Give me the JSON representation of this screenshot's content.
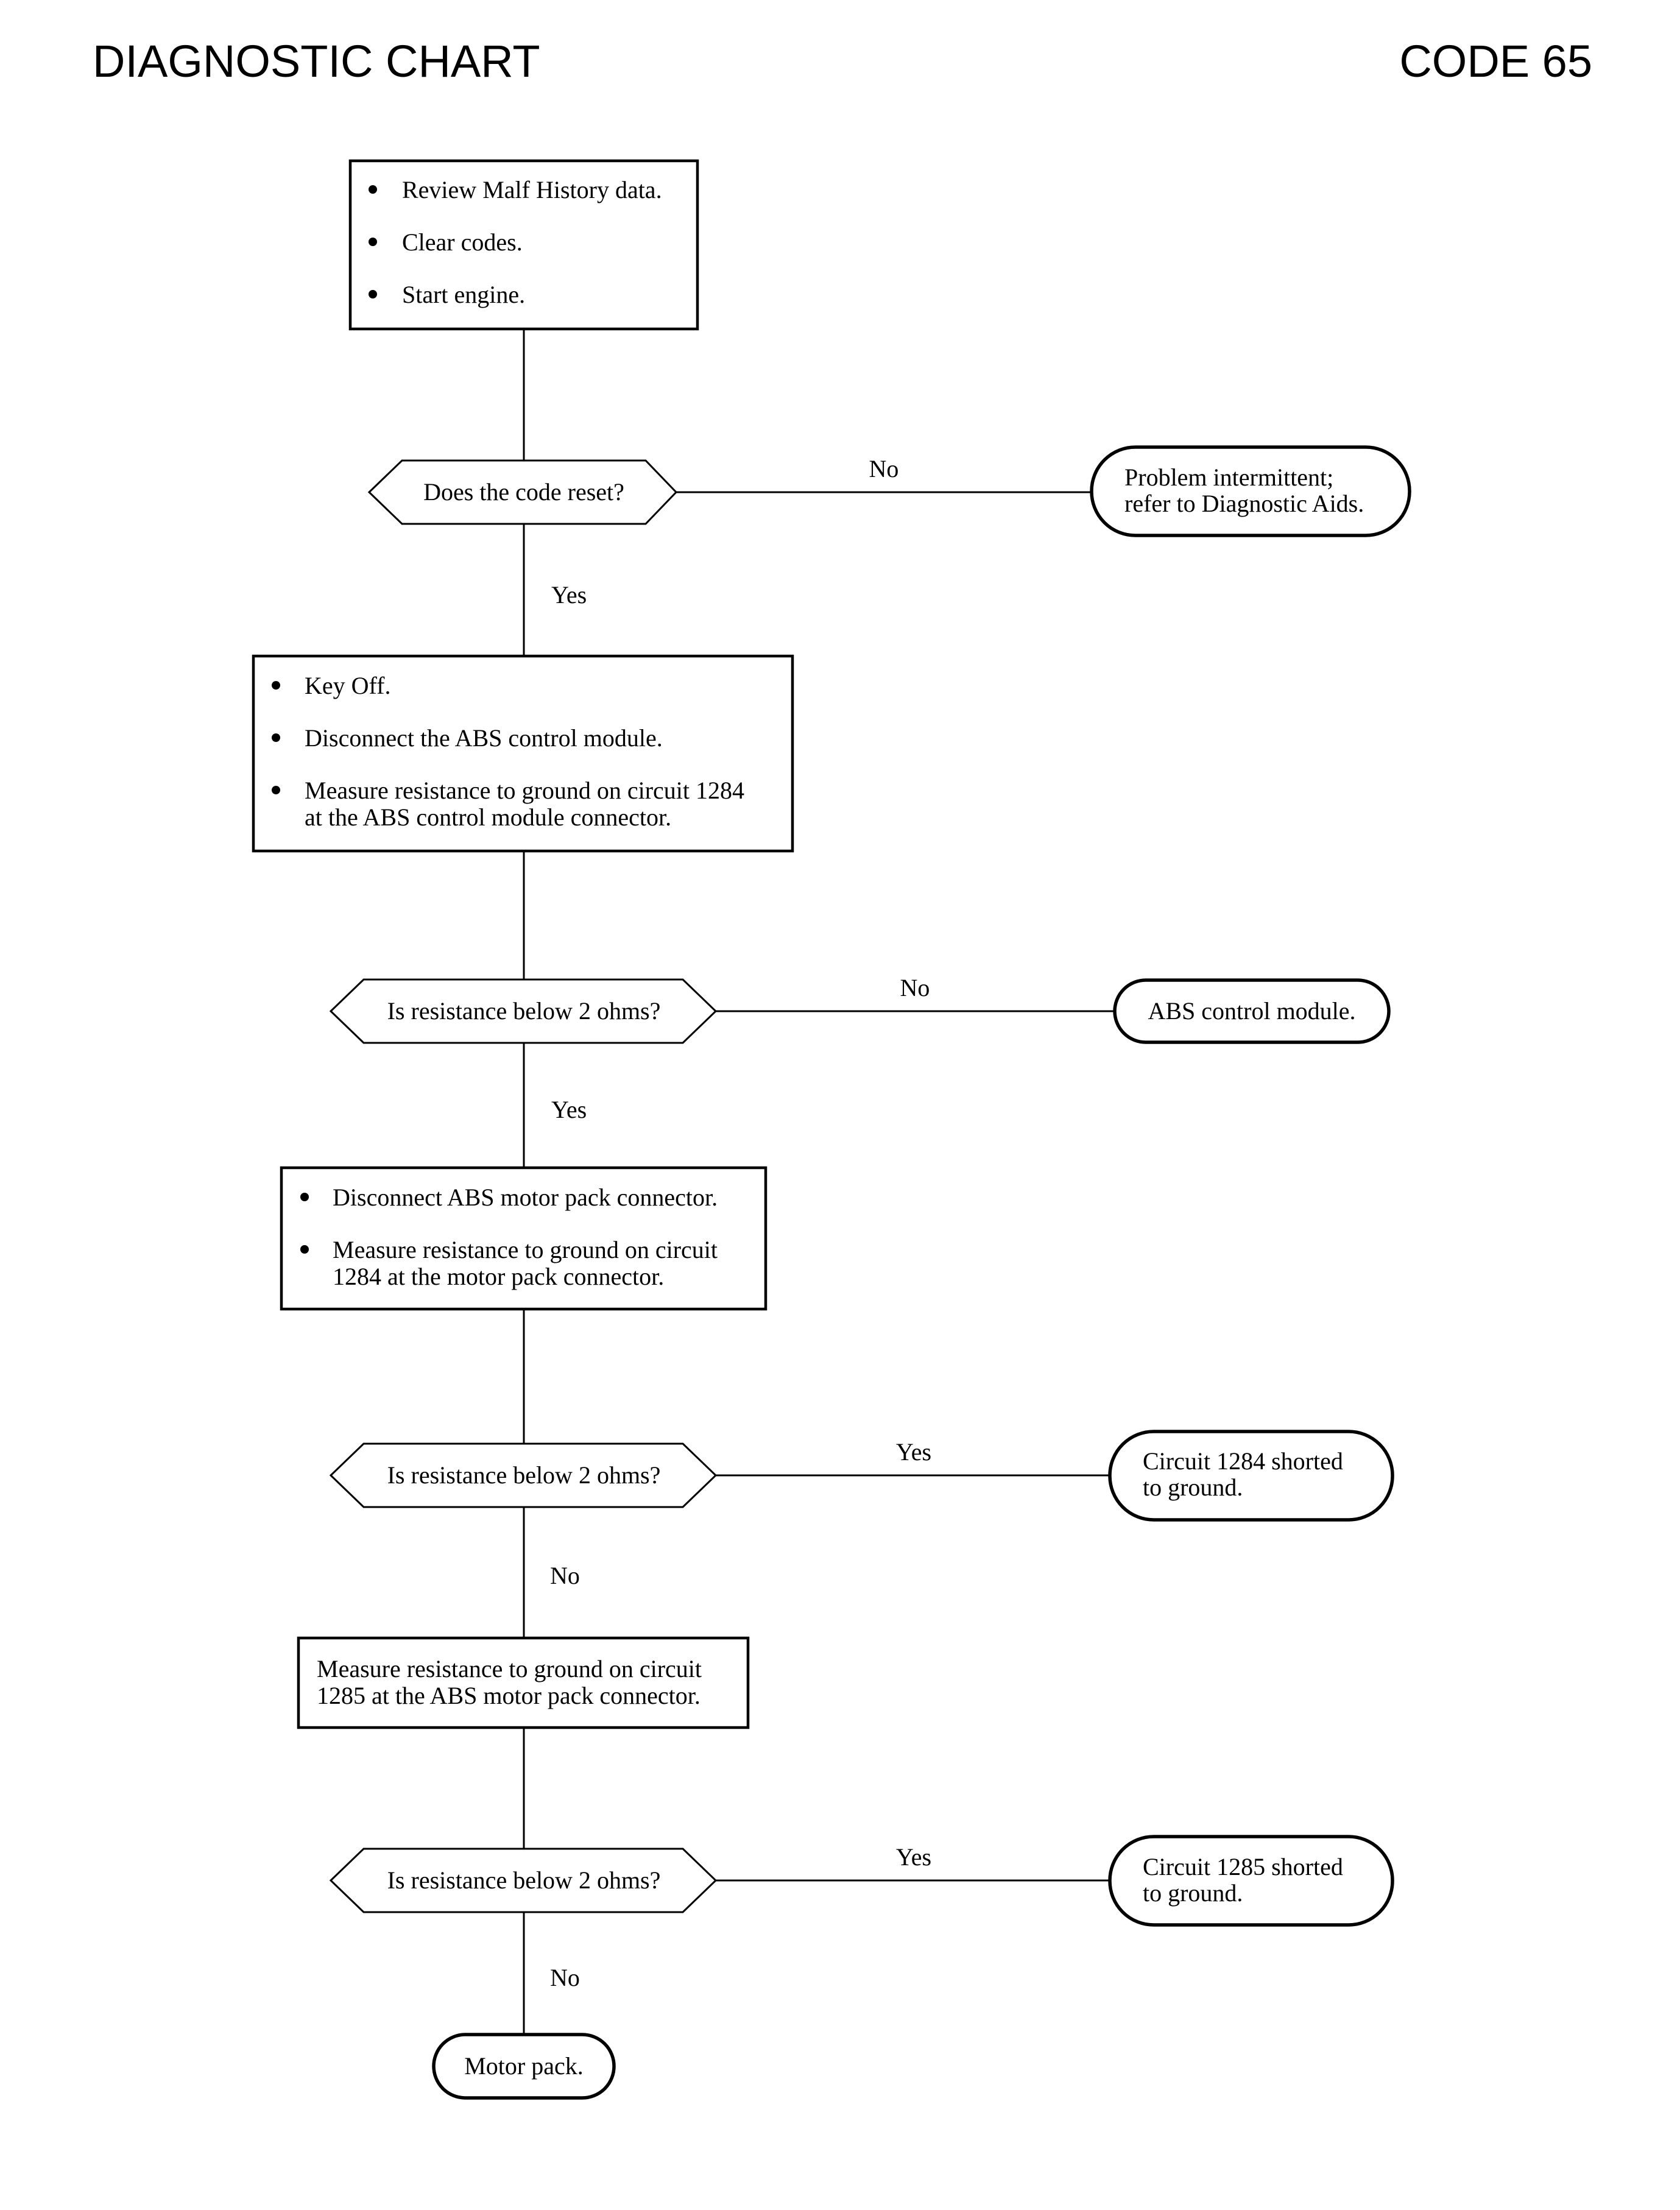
{
  "header": {
    "title": "DIAGNOSTIC CHART",
    "code": "CODE 65"
  },
  "steps": {
    "step1": [
      "Review Malf History data.",
      "Clear codes.",
      "Start engine."
    ],
    "step2": [
      "Key Off.",
      "Disconnect the ABS control module.",
      [
        "Measure resistance to ground on circuit 1284",
        "at the ABS control module connector."
      ]
    ],
    "step3": [
      "Disconnect ABS motor pack connector.",
      [
        "Measure resistance to ground on circuit",
        "1284 at the motor pack connector."
      ]
    ],
    "step4": [
      "Measure resistance to ground on circuit",
      "1285 at the ABS motor pack connector."
    ]
  },
  "decisions": {
    "d1": "Does the code reset?",
    "d2": "Is resistance below 2 ohms?",
    "d3": "Is resistance below 2 ohms?",
    "d4": "Is resistance below 2 ohms?"
  },
  "branch_labels": {
    "d1_right": "No",
    "d1_down": "Yes",
    "d2_right": "No",
    "d2_down": "Yes",
    "d3_right": "Yes",
    "d3_down": "No",
    "d4_right": "Yes",
    "d4_down": "No"
  },
  "outcomes": {
    "o1": [
      "Problem intermittent;",
      "refer to Diagnostic Aids."
    ],
    "o2": [
      "ABS control module."
    ],
    "o3": [
      "Circuit 1284 shorted",
      "to ground."
    ],
    "o4": [
      "Circuit 1285 shorted",
      "to ground."
    ],
    "o5": [
      "Motor pack."
    ]
  }
}
